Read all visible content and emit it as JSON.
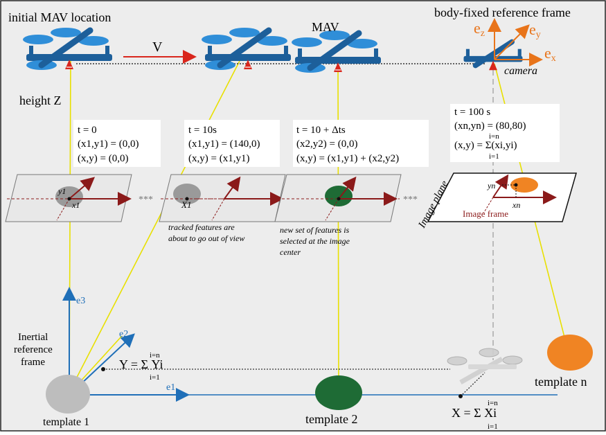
{
  "title_labels": {
    "initial_location": "initial MAV location",
    "mav": "MAV",
    "body_frame": "body-fixed reference frame",
    "velocity": "V",
    "height": "height Z",
    "camera": "camera"
  },
  "body_axes": {
    "ez": "e",
    "ez_sub": "z",
    "ey": "e",
    "ey_sub": "y",
    "ex": "e",
    "ex_sub": "x"
  },
  "boxes": {
    "b1": [
      "t = 0",
      "(x1,y1) = (0,0)",
      "(x,y) = (0,0)"
    ],
    "b2": [
      "t = 10s",
      "(x1,y1) = (140,0)",
      "(x,y) = (x1,y1)"
    ],
    "b3": [
      "t = 10 + Δts",
      "(x2,y2) = (0,0)",
      "(x,y) = (x1,y1) + (x2,y2)"
    ],
    "b4": [
      "t = 100 s",
      "(xn,yn) = (80,80)",
      "i=n",
      "(x,y) = Σ(xi,yi)",
      "i=1"
    ]
  },
  "plane_labels": {
    "y1": "y1",
    "x1a": "x1",
    "x1b": "X1",
    "yn": "yn",
    "xn": "xn",
    "image_plane": "Image plane",
    "image_frame": "Image frame",
    "ellipsis": "***"
  },
  "notes": {
    "n1": [
      "tracked features are",
      "about to go out of view"
    ],
    "n2": [
      "new set of features is",
      "selected at the image",
      "center"
    ]
  },
  "inertial": {
    "label": [
      "Inertial",
      "reference",
      "frame"
    ],
    "e1": "e1",
    "e2": "e2",
    "e3": "e3",
    "Y_top": "i=n",
    "Y_main": "Y = Σ Yi",
    "Y_bot": "i=1",
    "X_top": "i=n",
    "X_main": "X = Σ Xi",
    "X_bot": "i=1"
  },
  "templates": {
    "t1": "template 1",
    "t2": "template 2",
    "tn": "template n"
  },
  "colors": {
    "drone_blue": "#2f8ed8",
    "drone_dark": "#1d5f9a",
    "cone_red": "#d9261c",
    "sight_yellow": "#e8e000",
    "axis_blue": "#1f6fb8",
    "axis_dark_red": "#8b1a1a",
    "template_gray": "#bdbdbd",
    "template_green": "#1e6b35",
    "template_orange": "#f08423"
  }
}
